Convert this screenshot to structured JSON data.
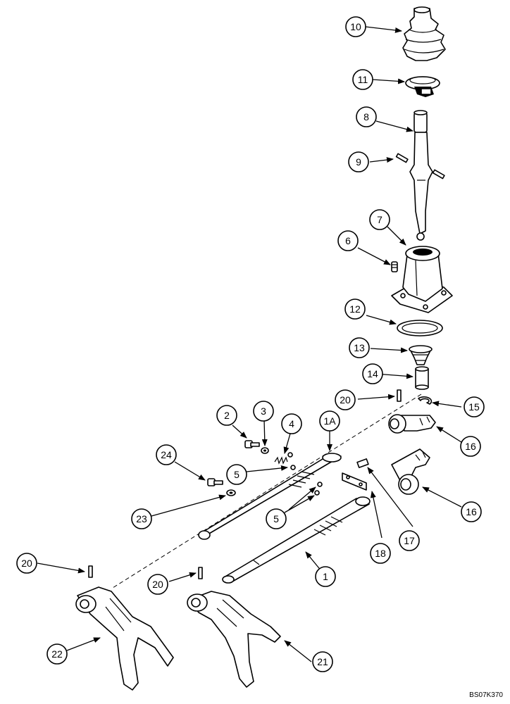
{
  "callouts": [
    "10",
    "11",
    "8",
    "9",
    "7",
    "6",
    "12",
    "13",
    "14",
    "20",
    "15",
    "16",
    "2",
    "3",
    "4",
    "1A",
    "24",
    "5",
    "16",
    "17",
    "18",
    "23",
    "5",
    "1",
    "20",
    "20",
    "22",
    "21"
  ],
  "reference_code": "BS07K370"
}
